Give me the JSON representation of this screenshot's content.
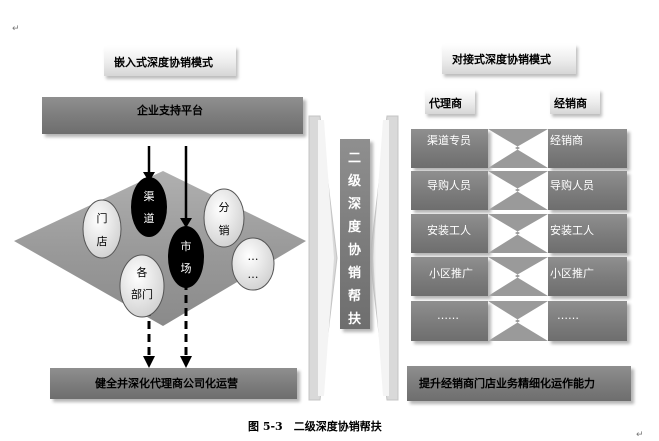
{
  "left": {
    "title": "嵌入式深度协销模式",
    "platform": "企业支持平台",
    "nodes": {
      "store": [
        "门",
        "店"
      ],
      "channel": [
        "渠",
        "道"
      ],
      "dept": [
        "各",
        "部门"
      ],
      "market": [
        "市",
        "场"
      ],
      "distribution": [
        "分",
        "销"
      ],
      "more": [
        "…",
        "…"
      ]
    },
    "bottom": "健全并深化代理商公司化运营"
  },
  "center": {
    "label": "二级深度协销帮扶"
  },
  "right": {
    "title": "对接式深度协销模式",
    "col_agent": "代理商",
    "col_dealer": "经销商",
    "rows": [
      {
        "left": "渠道专员",
        "right": "经销商"
      },
      {
        "left": "导购人员",
        "right": "导购人员"
      },
      {
        "left": "安装工人",
        "right": "安装工人"
      },
      {
        "left": "小区推广",
        "right": "小区推广"
      },
      {
        "left": "……",
        "right": "……"
      }
    ],
    "bottom": "提升经销商门店业务精细化运作能力"
  },
  "caption": "图 5-3　二级深度协销帮扶",
  "colors": {
    "box": "#7f7f7f",
    "diamond": "#9a9a9a",
    "dark_node": "#000000",
    "light_node": "#e8e8e8"
  }
}
